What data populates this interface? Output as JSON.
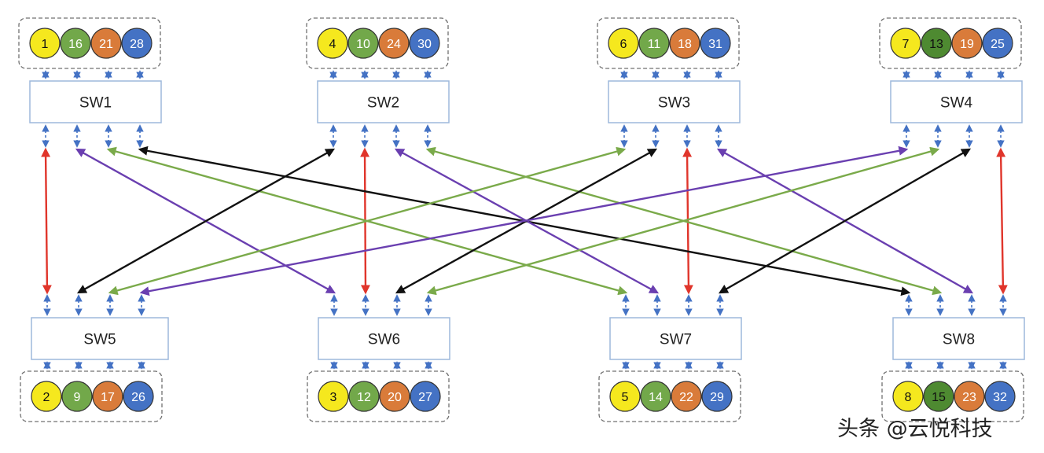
{
  "switches": [
    {
      "id": "sw1",
      "label": "SW1"
    },
    {
      "id": "sw2",
      "label": "SW2"
    },
    {
      "id": "sw3",
      "label": "SW3"
    },
    {
      "id": "sw4",
      "label": "SW4"
    },
    {
      "id": "sw5",
      "label": "SW5"
    },
    {
      "id": "sw6",
      "label": "SW6"
    },
    {
      "id": "sw7",
      "label": "SW7"
    },
    {
      "id": "sw8",
      "label": "SW8"
    }
  ],
  "node_groups": {
    "sw1": [
      "1",
      "16",
      "21",
      "28"
    ],
    "sw2": [
      "4",
      "10",
      "24",
      "30"
    ],
    "sw3": [
      "6",
      "11",
      "18",
      "31"
    ],
    "sw4": [
      "7",
      "13",
      "19",
      "25"
    ],
    "sw5": [
      "2",
      "9",
      "17",
      "26"
    ],
    "sw6": [
      "3",
      "12",
      "20",
      "27"
    ],
    "sw7": [
      "5",
      "14",
      "22",
      "29"
    ],
    "sw8": [
      "8",
      "15",
      "23",
      "32"
    ]
  },
  "node_colors": [
    "#f5e81e",
    "#72a84a",
    "#d97b3a",
    "#4472c4"
  ],
  "node_color_overrides": {
    "sw4": {
      "1": "#4e8a31"
    },
    "sw8": {
      "1": "#4e8a31"
    }
  },
  "link_colors": {
    "red": "#e0352b",
    "black": "#111111",
    "purple": "#6a3fb0",
    "green": "#7aaa4a",
    "blue_dashed": "#4472c4"
  },
  "links": [
    {
      "from": "sw1",
      "from_port": 1,
      "to": "sw5",
      "to_port": 1,
      "color": "red"
    },
    {
      "from": "sw2",
      "from_port": 2,
      "to": "sw6",
      "to_port": 2,
      "color": "red"
    },
    {
      "from": "sw3",
      "from_port": 3,
      "to": "sw7",
      "to_port": 3,
      "color": "red"
    },
    {
      "from": "sw4",
      "from_port": 4,
      "to": "sw8",
      "to_port": 4,
      "color": "red"
    },
    {
      "from": "sw1",
      "from_port": 2,
      "to": "sw6",
      "to_port": 1,
      "color": "purple"
    },
    {
      "from": "sw1",
      "from_port": 3,
      "to": "sw7",
      "to_port": 1,
      "color": "green"
    },
    {
      "from": "sw1",
      "from_port": 4,
      "to": "sw8",
      "to_port": 1,
      "color": "black"
    },
    {
      "from": "sw2",
      "from_port": 1,
      "to": "sw5",
      "to_port": 2,
      "color": "black"
    },
    {
      "from": "sw2",
      "from_port": 3,
      "to": "sw7",
      "to_port": 2,
      "color": "purple"
    },
    {
      "from": "sw2",
      "from_port": 4,
      "to": "sw8",
      "to_port": 2,
      "color": "green"
    },
    {
      "from": "sw3",
      "from_port": 1,
      "to": "sw5",
      "to_port": 3,
      "color": "green"
    },
    {
      "from": "sw3",
      "from_port": 2,
      "to": "sw6",
      "to_port": 3,
      "color": "black"
    },
    {
      "from": "sw3",
      "from_port": 4,
      "to": "sw8",
      "to_port": 3,
      "color": "purple"
    },
    {
      "from": "sw4",
      "from_port": 1,
      "to": "sw5",
      "to_port": 4,
      "color": "purple"
    },
    {
      "from": "sw4",
      "from_port": 2,
      "to": "sw6",
      "to_port": 4,
      "color": "green"
    },
    {
      "from": "sw4",
      "from_port": 3,
      "to": "sw7",
      "to_port": 4,
      "color": "black"
    }
  ],
  "watermark": "头条 @云悦科技"
}
